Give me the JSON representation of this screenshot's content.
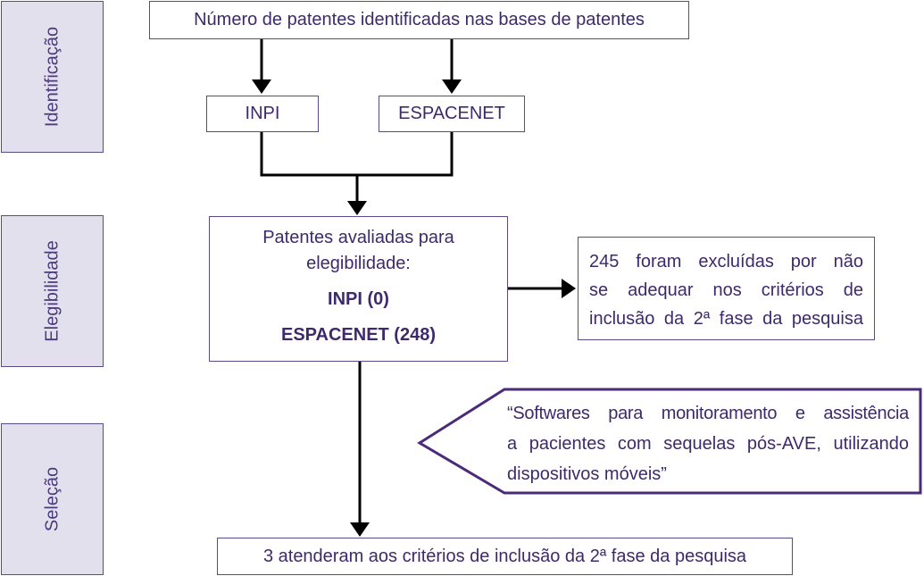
{
  "stages": {
    "identificacao": "Identificação",
    "elegibilidade": "Elegibilidade",
    "selecao": "Seleção"
  },
  "boxes": {
    "top": "Número de patentes identificadas nas bases de patentes",
    "inpi": "INPI",
    "espacenet": "ESPACENET",
    "eval_line1": "Patentes avaliadas para",
    "eval_line2": "elegibilidade:",
    "eval_inpi": "INPI (0)",
    "eval_espacenet": "ESPACENET (248)",
    "excluded_line1": "245 foram excluídas por não",
    "excluded_line2": "se adequar nos critérios de",
    "excluded_line3": "inclusão da 2ª fase da pesquisa",
    "query_line1": "“Softwares para monitoramento e assistência",
    "query_line2": "a pacientes com sequelas pós-AVE, utilizando",
    "query_line3": "dispositivos móveis”",
    "final": "3 atenderam aos critérios de inclusão da 2ª fase da pesquisa"
  },
  "colors": {
    "box_border": "#5b4a8a",
    "stage_fill": "#e3e0ee",
    "text": "#3d2a6b",
    "arrow": "#000000",
    "callout_border": "#4b2a7a"
  }
}
